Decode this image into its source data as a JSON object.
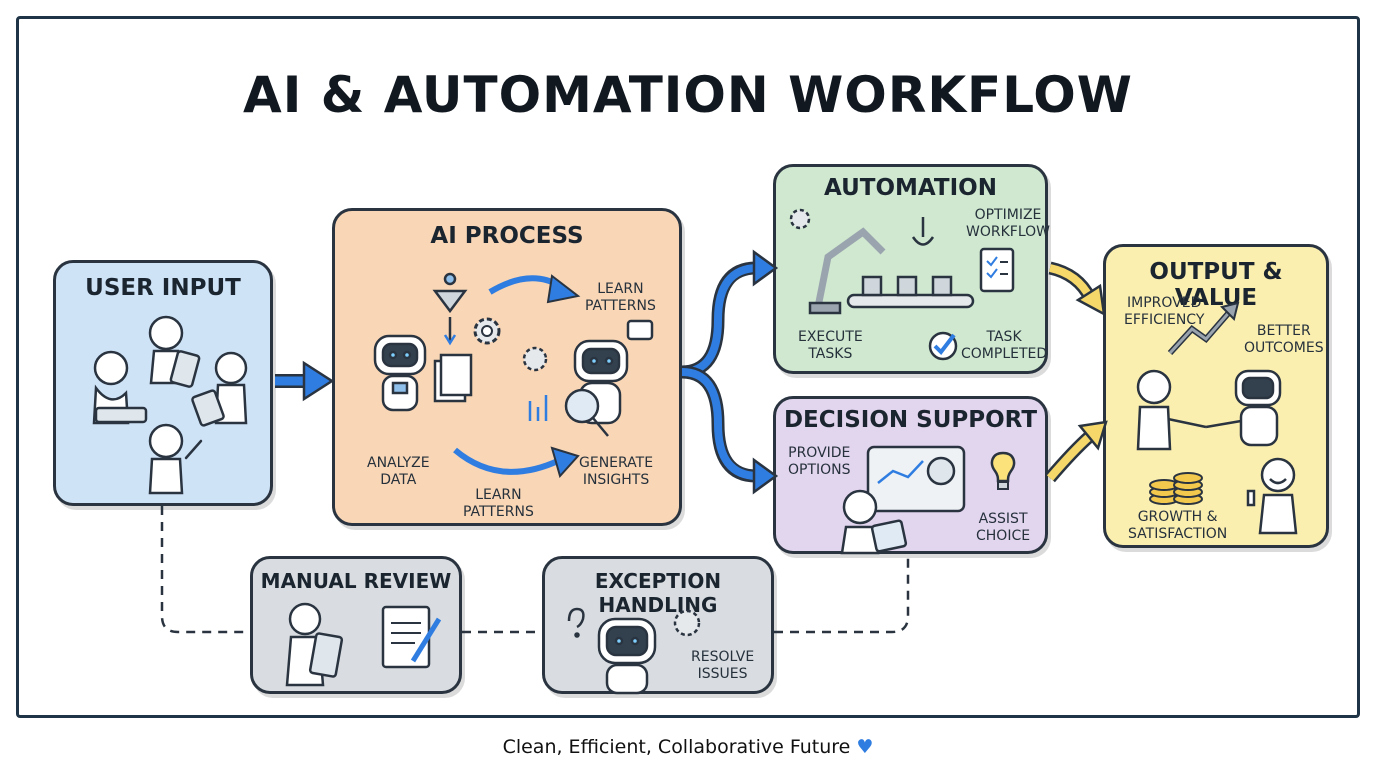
{
  "title": "AI & AUTOMATION WORKFLOW",
  "footer": {
    "text": "Clean, Efficient, Collaborative Future",
    "heart": "♥"
  },
  "boxes": {
    "user_input": {
      "title": "USER INPUT"
    },
    "ai_process": {
      "title": "AI PROCESS",
      "labels": [
        "LEARN\nPATTERNS",
        "ANALYZE\nDATA",
        "LEARN\nPATTERNS",
        "GENERATE\nINSIGHTS"
      ]
    },
    "automation": {
      "title": "AUTOMATION",
      "labels": [
        "OPTIMIZE\nWORKFLOW",
        "EXECUTE\nTASKS",
        "TASK\nCOMPLETED"
      ]
    },
    "decision_support": {
      "title": "DECISION SUPPORT",
      "labels": [
        "PROVIDE\nOPTIONS",
        "ASSIST\nCHOICE"
      ]
    },
    "output_value": {
      "title": "OUTPUT & VALUE",
      "labels": [
        "IMPROVED\nEFFICIENCY",
        "BETTER\nOUTCOMES",
        "GROWTH &\nSATISFACTION"
      ]
    },
    "manual_review": {
      "title": "MANUAL REVIEW"
    },
    "exception_handling": {
      "title": "EXCEPTION HANDLING",
      "labels": [
        "RESOLVE\nISSUES"
      ]
    }
  },
  "colors": {
    "user_input": "#cfe3f7",
    "ai_process": "#f9d6b6",
    "automation": "#cfe8cf",
    "decision_support": "#e2d5ee",
    "output_value": "#fbefb0",
    "review": "#d9dde1",
    "accent_blue": "#2f7de1",
    "accent_yellow": "#f5d76a",
    "ink": "#2a3440"
  }
}
